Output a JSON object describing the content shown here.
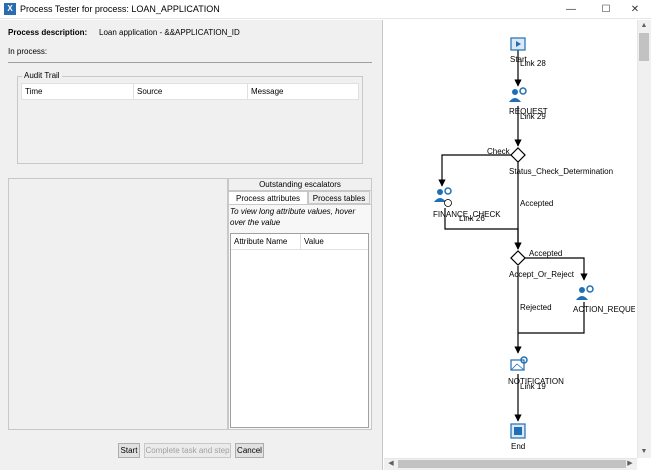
{
  "window": {
    "title": "Process Tester for process: LOAN_APPLICATION",
    "app_icon_glyph": "X",
    "minimize_glyph": "—",
    "maximize_glyph": "☐",
    "close_glyph": "✕"
  },
  "header": {
    "process_description_label": "Process description:",
    "process_description_value": "Loan application - &&APPLICATION_ID",
    "in_process_label": "In process:"
  },
  "audit_trail": {
    "legend": "Audit Trail",
    "columns": [
      "Time",
      "Source",
      "Message"
    ]
  },
  "tabs": {
    "escalators": "Outstanding escalators",
    "attributes": "Process attributes",
    "tables": "Process tables",
    "active": "attributes"
  },
  "attributes_panel": {
    "hint": "To view long attribute values, hover over the value",
    "columns": [
      "Attribute Name",
      "Value"
    ]
  },
  "buttons": {
    "start": "Start",
    "complete": "Complete task and step",
    "cancel": "Cancel"
  },
  "diagram": {
    "nodes": {
      "start": "Start",
      "request": "REQUEST",
      "status_check": "Status_Check_Determination",
      "finance_check": "FINANCE_CHECK",
      "accept_or_reject": "Accept_Or_Reject",
      "action_request": "ACTION_REQUEST",
      "notification": "NOTIFICATION",
      "end": "End"
    },
    "links": {
      "link28": "Link 28",
      "link29": "Link 29",
      "check": "Check",
      "link26": "Link 26",
      "accepted1": "Accepted",
      "accepted2": "Accepted",
      "rejected": "Rejected",
      "link19": "Link 19"
    },
    "colors": {
      "icon_blue": "#1f6fb5",
      "start_fill": "#dbe9f7",
      "line": "#000000"
    }
  }
}
